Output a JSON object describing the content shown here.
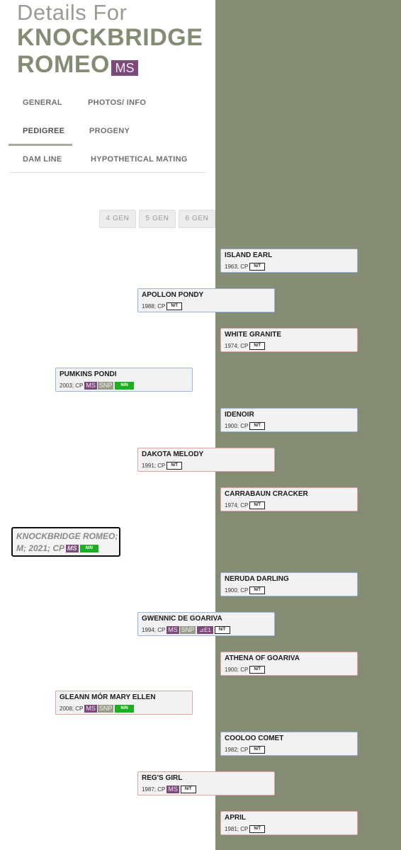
{
  "header": {
    "line1": "Details For",
    "line2": "KNOCKBRIDGE",
    "line3": "ROMEO",
    "badge": "MS"
  },
  "tabs": [
    {
      "label": "GENERAL"
    },
    {
      "label": "PHOTOS/ INFO"
    },
    {
      "label": "PEDIGREE",
      "active": true
    },
    {
      "label": "PROGENY"
    },
    {
      "label": "DAM LINE"
    },
    {
      "label": "HYPOTHETICAL MATING"
    }
  ],
  "generation_buttons": [
    "4 GEN",
    "5 GEN",
    "6 GEN"
  ],
  "subject": {
    "line1": "KNOCKBRIDGE ROMEO;",
    "line2": "M; 2021; CP",
    "ms": "MS",
    "genotype": "N/N"
  },
  "pedigree": {
    "parents": [
      {
        "name": "PUMKINS PONDI",
        "details": "2003; CP",
        "ms": "MS",
        "snp": "SNP",
        "genotype": "N/N"
      },
      {
        "name": "GLEANN MÓR MARY ELLEN",
        "details": "2008; CP",
        "ms": "MS",
        "snp": "SNP",
        "genotype": "N/N"
      }
    ],
    "grandparents": [
      {
        "name": "APOLLON PONDY",
        "details": "1988; CP",
        "nt": "N/T"
      },
      {
        "name": "DAKOTA MELODY",
        "details": "1991; CP",
        "nt": "N/T"
      },
      {
        "name": "GWENNIC DE GOARIVA",
        "details": "1994; CP",
        "ms": "MS",
        "snp": "SNP",
        "ext": "⊿E1",
        "nt": "N/T"
      },
      {
        "name": "REG'S GIRL",
        "details": "1987; CP",
        "ms": "MS",
        "nt": "N/T"
      }
    ],
    "great_grandparents": [
      {
        "name": "ISLAND EARL",
        "details": "1963; CP",
        "nt": "N/T"
      },
      {
        "name": "WHITE GRANITE",
        "details": "1974; CP",
        "nt": "N/T"
      },
      {
        "name": "IDENOIR",
        "details": "1900; CP",
        "nt": "N/T"
      },
      {
        "name": "CARRABAUN CRACKER",
        "details": "1974; CP",
        "nt": "N/T"
      },
      {
        "name": "NERUDA DARLING",
        "details": "1900; CP",
        "nt": "N/T"
      },
      {
        "name": "ATHENA OF GOARIVA",
        "details": "1900; CP",
        "nt": "N/T"
      },
      {
        "name": "COOLOO COMET",
        "details": "1982; CP",
        "nt": "N/T"
      },
      {
        "name": "APRIL",
        "details": "1981; CP",
        "nt": "N/T"
      }
    ]
  },
  "colors": {
    "accent_olive": "#858c74",
    "ms_badge": "#7b4a7b",
    "snp_badge": "#9a9c8a",
    "genotype_clear": "#1bb022",
    "sire_border": "#9bb6d9",
    "dam_border": "#e0a3a6"
  }
}
